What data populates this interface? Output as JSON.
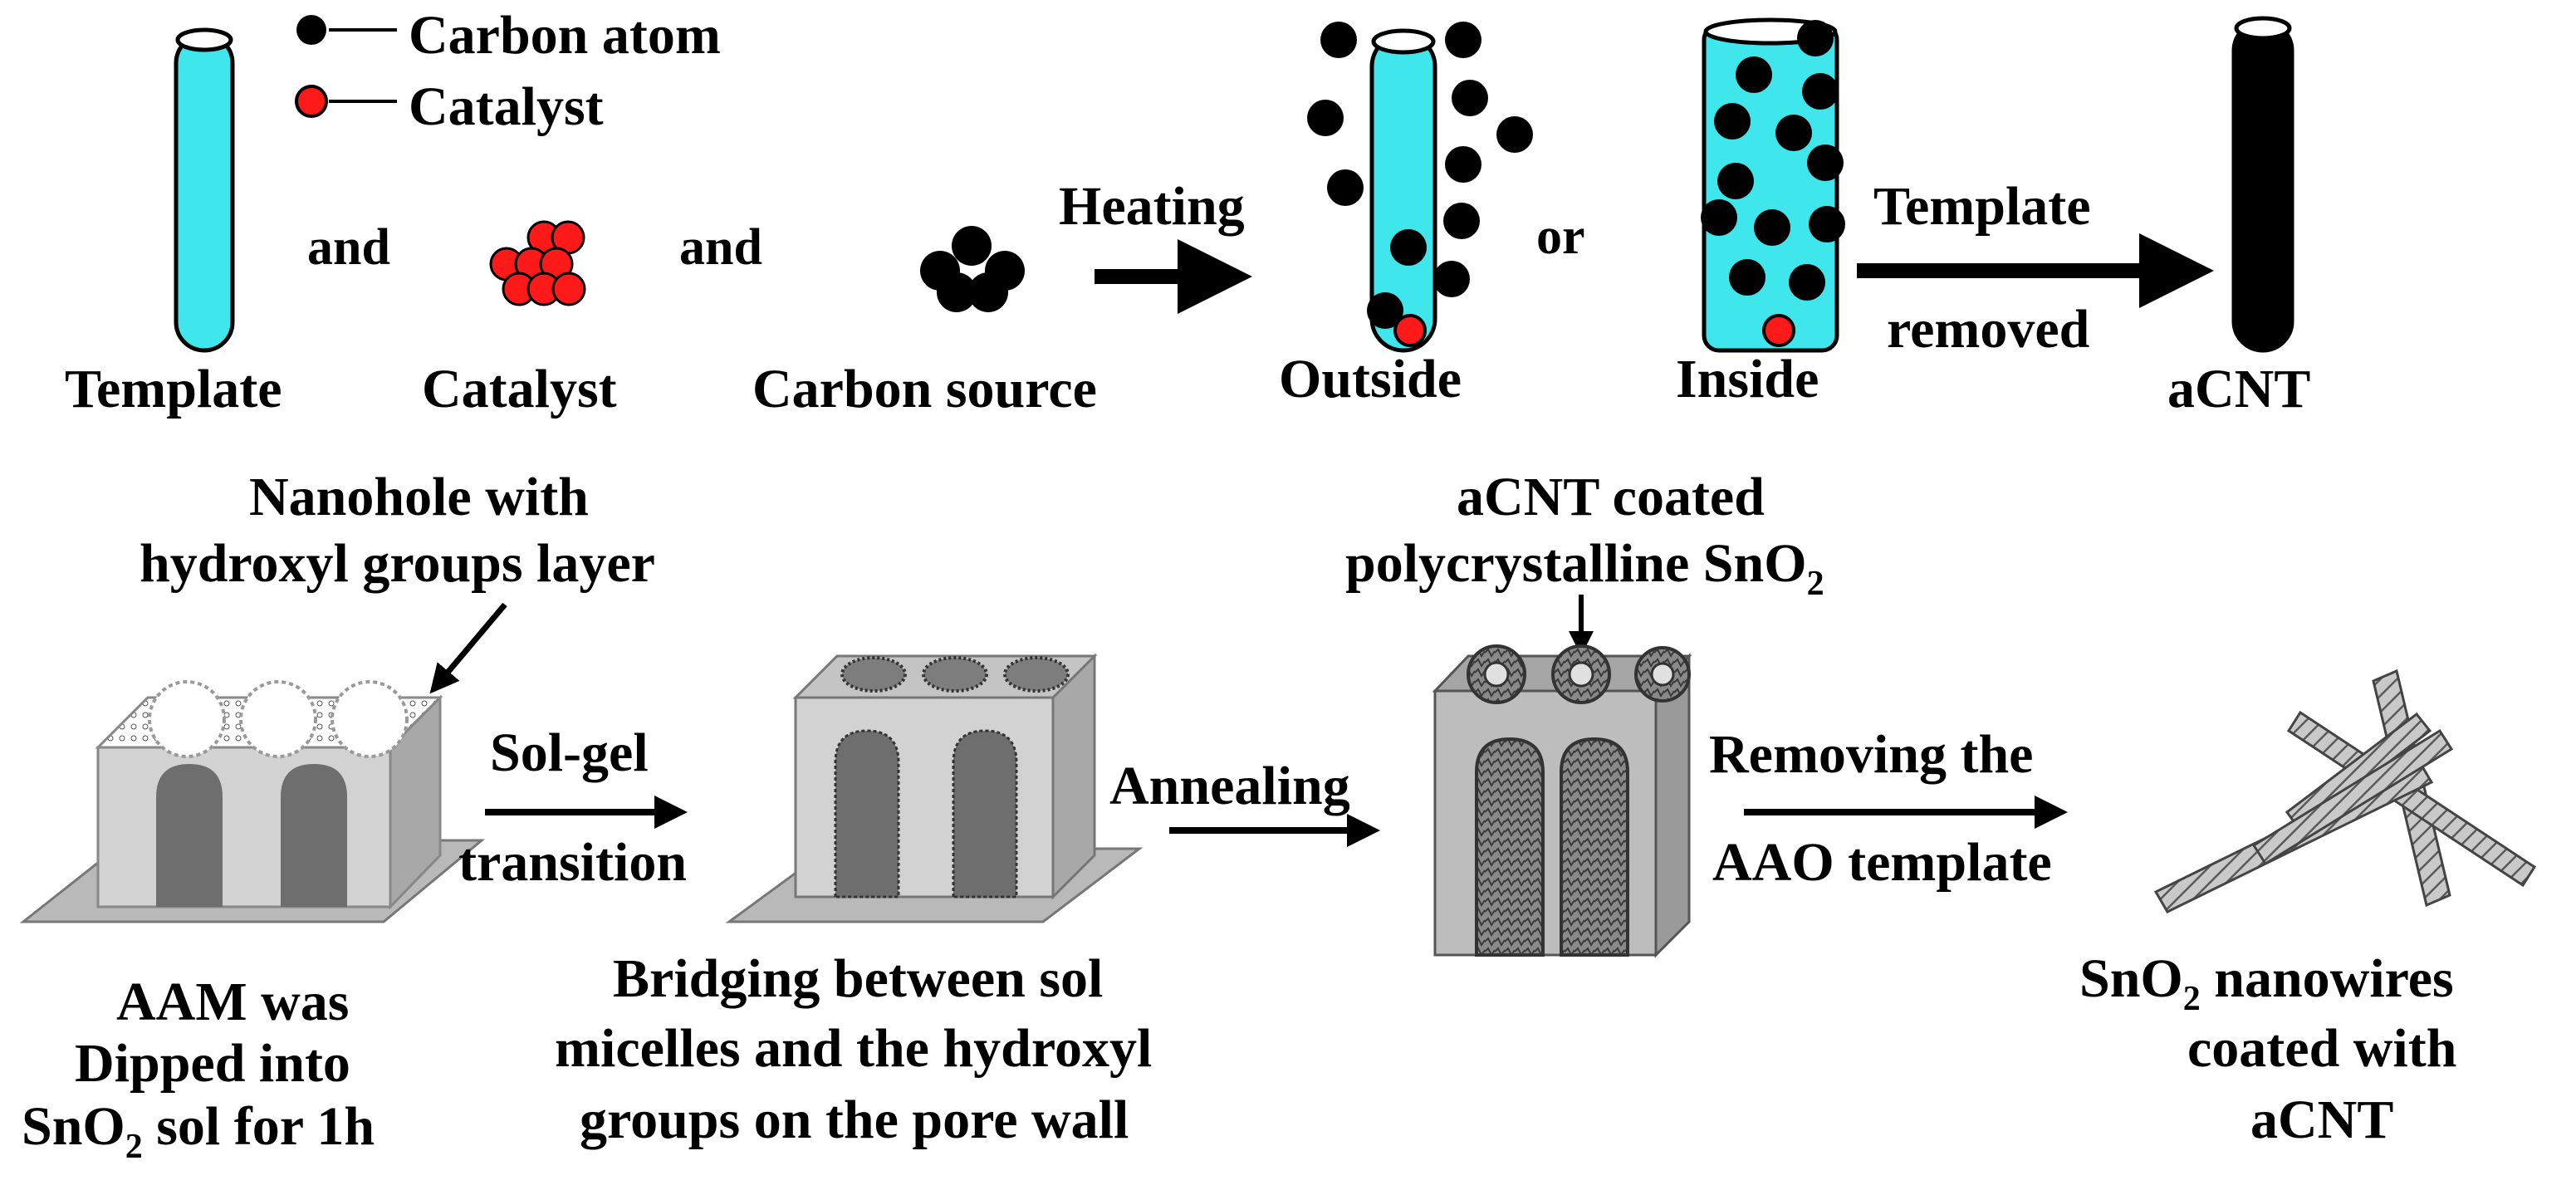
{
  "colors": {
    "template_fill": "#3fe6ec",
    "catalyst": "#ff1a1a",
    "carbon": "#000000",
    "aam_light": "#d2d2d2",
    "aam_mid": "#a8a8a8",
    "aam_dark": "#6e6e6e",
    "base": "#b9b9b9",
    "wire": "#8c8c8c"
  },
  "legend": {
    "carbon": "Carbon atom",
    "catalyst": "Catalyst"
  },
  "top": {
    "and1": "and",
    "and2": "and",
    "template": "Template",
    "catalyst": "Catalyst",
    "carbon_source": "Carbon source",
    "heating": "Heating",
    "outside": "Outside",
    "or": "or",
    "inside": "Inside",
    "template_removed_1": "Template",
    "template_removed_2": "removed",
    "acnt": "aCNT"
  },
  "bottom": {
    "nanohole_1": "Nanohole with",
    "nanohole_2": "hydroxyl groups layer",
    "solgel_1": "Sol-gel",
    "solgel_2": "transition",
    "annealing": "Annealing",
    "coated_1": "aCNT coated",
    "coated_2": "polycrystalline SnO",
    "coated_2_sub": "2",
    "removing_1": "Removing the",
    "removing_2": "AAO template",
    "aam_1": "AAM was",
    "aam_2": "Dipped into",
    "aam_3a": "SnO",
    "aam_3sub": "2",
    "aam_3b": " sol for 1h",
    "bridge_1": "Bridging between sol",
    "bridge_2": "micelles and the hydroxyl",
    "bridge_3": "groups on the pore wall",
    "nw_1a": "SnO",
    "nw_1sub": "2",
    "nw_1b": " nanowires",
    "nw_2": "coated with",
    "nw_3": "aCNT"
  }
}
